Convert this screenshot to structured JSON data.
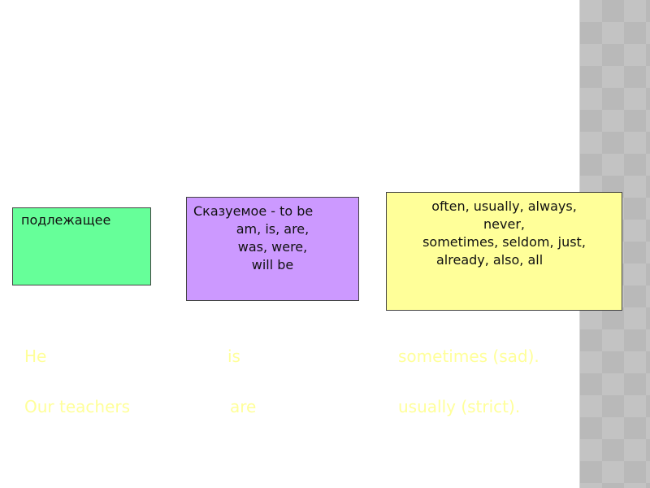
{
  "boxes": {
    "subject": {
      "lines": [
        "подлежащее"
      ],
      "color": "#66ff99"
    },
    "predicate": {
      "lines": [
        "Сказуемое - to be",
        "am, is, are,",
        "was, were,",
        "will be"
      ],
      "color": "#cc99ff"
    },
    "adverbs": {
      "lines": [
        "often, usually, always,",
        "never,",
        "sometimes, seldom, just,",
        "already, also, all"
      ],
      "color": "#ffff99"
    }
  },
  "examples": [
    {
      "subject": "He",
      "verb": "is",
      "adverb": "sometimes (sad)."
    },
    {
      "subject": "Our teachers",
      "verb": "are",
      "adverb": "usually (strict)."
    }
  ],
  "example_text_color": "#ffff99"
}
